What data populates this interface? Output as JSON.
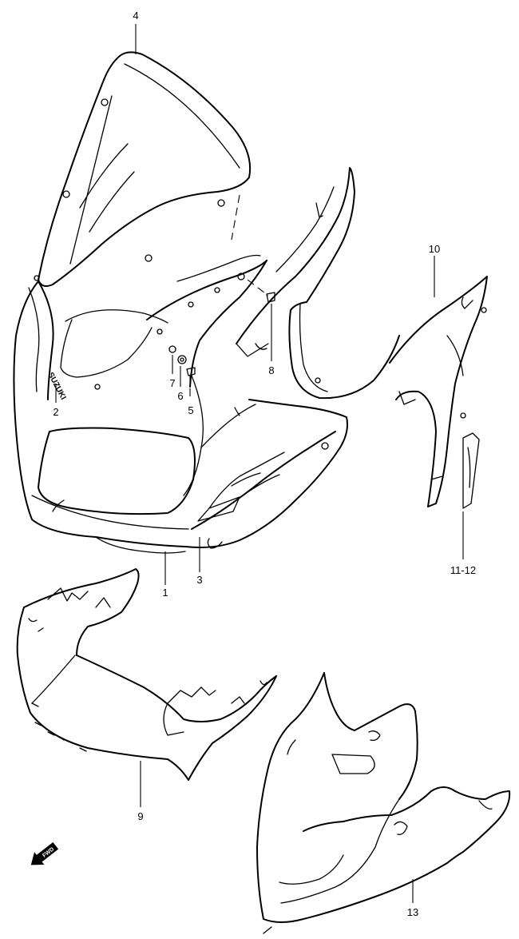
{
  "diagram": {
    "callouts": {
      "c1": "1",
      "c2": "2",
      "c3": "3",
      "c4": "4",
      "c5": "5",
      "c6": "6",
      "c7": "7",
      "c8": "8",
      "c9": "9",
      "c10": "10",
      "c11": "11-12",
      "c13": "13"
    },
    "brand_text": "SUZUKI",
    "fwd_text": "FWD"
  }
}
